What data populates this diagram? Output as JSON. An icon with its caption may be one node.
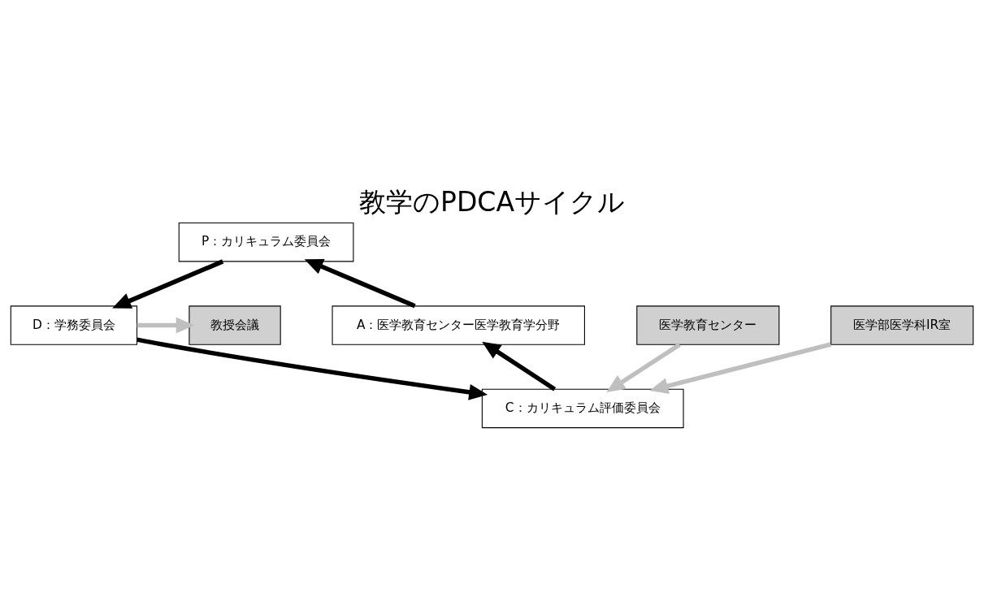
{
  "diagram": {
    "title": "教学のPDCAサイクル",
    "nodes": [
      {
        "text": [
          "P：カリキュラム委員会"
        ]
      },
      {
        "text": [
          "D：学務委員会"
        ]
      },
      {
        "text": [
          "教授会議"
        ]
      },
      {
        "text": [
          "C：カリキュラム評価委員会"
        ]
      },
      {
        "text": [
          "A：医学教育センター医学教育学分野"
        ]
      },
      {
        "text": [
          "医学教育センター"
        ]
      },
      {
        "text": [
          "医学部医学科IR室"
        ]
      }
    ],
    "edges": [
      {
        "from": 0,
        "to": 1,
        "arrow": "to"
      },
      {
        "from": 1,
        "to": 2,
        "arrow": "to",
        "color": "#bfbfbf"
      },
      {
        "from": 1,
        "to": 3,
        "arrow": "to"
      },
      {
        "from": 3,
        "to": 4,
        "arrow": "to"
      },
      {
        "from": 4,
        "to": 0,
        "arrow": "to"
      },
      {
        "from": 5,
        "to": 3,
        "arrow": "to",
        "color": "#bfbfbf"
      },
      {
        "from": 6,
        "to": 3,
        "arrow": "to",
        "color": "#bfbfbf"
      }
    ]
  }
}
